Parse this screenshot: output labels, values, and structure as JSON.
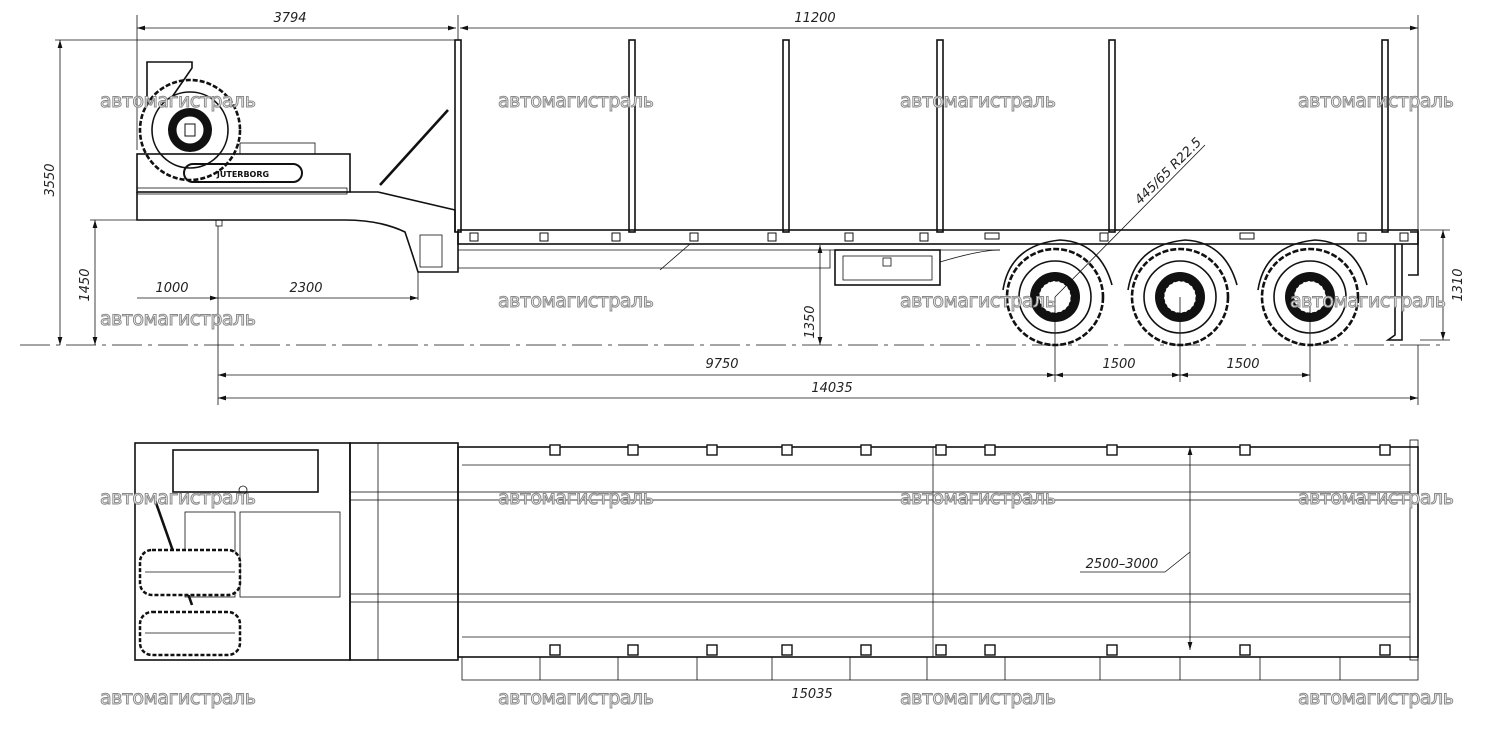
{
  "watermark": "автомагистраль",
  "brand_logo": "JUTERBORG",
  "side_view": {
    "dims": {
      "front_overhang": "3794",
      "deck_length": "11200",
      "total_height": "3550",
      "coupling_height": "1450",
      "kingpin_offset": "1000",
      "gooseneck_offset": "2300",
      "deck_height": "1350",
      "kingpin_to_axle": "9750",
      "axle_spacing_1": "1500",
      "axle_spacing_2": "1500",
      "overall_length_side": "14035",
      "rear_height": "1310",
      "tyre_size": "445/65 R22.5"
    }
  },
  "top_view": {
    "dims": {
      "width_range": "2500–3000",
      "overall_length": "15035"
    }
  }
}
